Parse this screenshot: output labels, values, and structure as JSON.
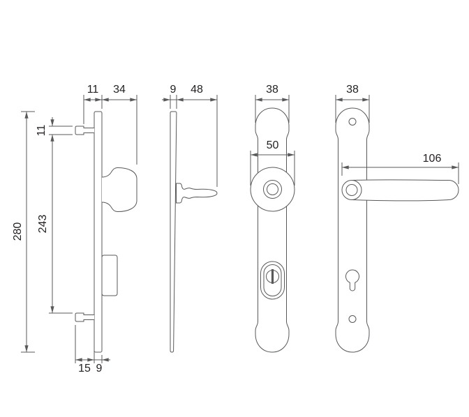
{
  "drawing": {
    "title": "Door security fitting technical drawing",
    "line_color": "#58595b",
    "text_color": "#231f20",
    "dims": {
      "knob_view_offset": "11",
      "knob_projection": "34",
      "lever_plate_thickness": "9",
      "lever_projection": "48",
      "knob_plate_width": "38",
      "lever_plate_width": "38",
      "rose_diameter": "50",
      "lever_length": "106",
      "total_height": "280",
      "top_lug_height": "11",
      "lug_distance": "243",
      "bottom_lug_length": "15",
      "bottom_plate_thickness": "9"
    }
  }
}
